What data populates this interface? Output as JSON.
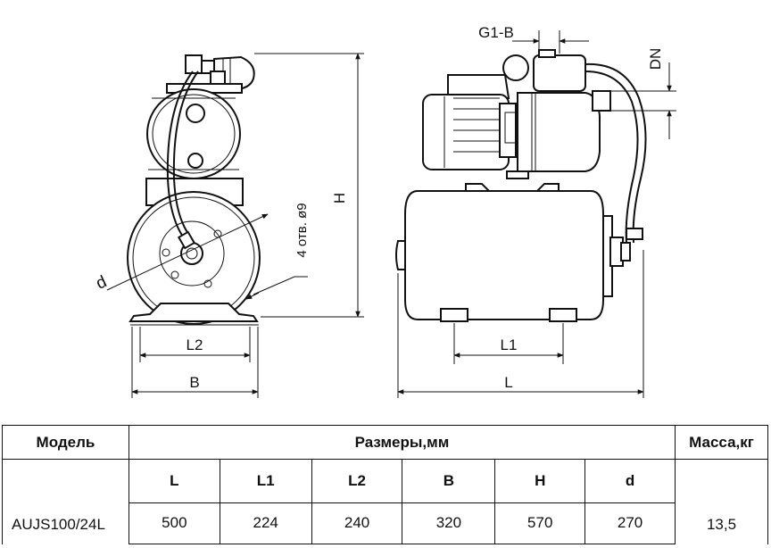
{
  "drawing": {
    "labels": {
      "g1b": "G1-B",
      "dn": "DN",
      "h": "H",
      "holes": "4 отв. ø9",
      "d": "d",
      "l2": "L2",
      "b": "B",
      "l1": "L1",
      "l": "L"
    }
  },
  "table": {
    "headers": {
      "model": "Модель",
      "dimensions": "Размеры,мм",
      "mass": "Масса,кг"
    },
    "columns": [
      "L",
      "L1",
      "L2",
      "B",
      "H",
      "d"
    ],
    "rows": [
      {
        "model": "AUJS100/24L",
        "values": [
          "500",
          "224",
          "240",
          "320",
          "570",
          "270"
        ],
        "mass": "13,5"
      }
    ]
  }
}
